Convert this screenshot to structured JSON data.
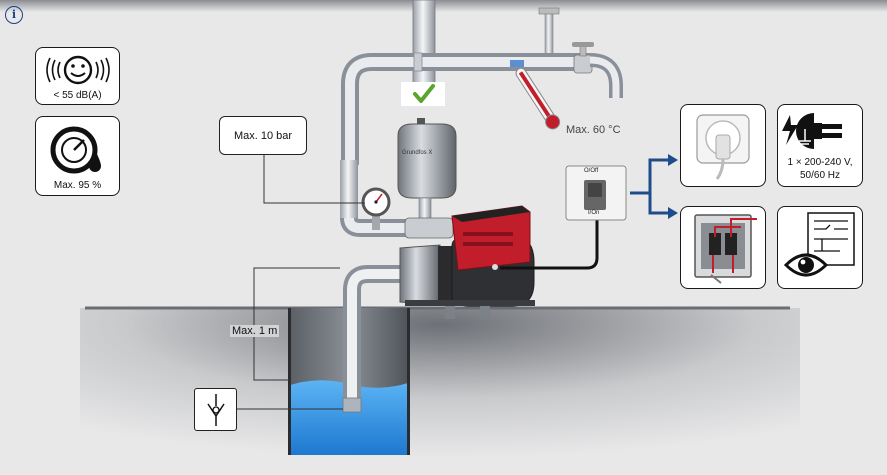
{
  "info_icon": "info-icon",
  "noise": {
    "label": "< 55 dB(A)",
    "icon": "smiley-sound-waves-icon"
  },
  "humidity": {
    "label": "Max. 95 %",
    "icon": "gauge-droplet-icon"
  },
  "pressure_callout": {
    "label": "Max. 10 bar"
  },
  "temperature": {
    "label": "Max. 60 °C",
    "icon": "thermometer-icon"
  },
  "switch": {
    "top_label": "O/Off",
    "bottom_label": "I/On",
    "icon": "switch-icon"
  },
  "power": {
    "line1": "1 × 200-240 V,",
    "line2": "50/60 Hz",
    "icon": "power-plug-icon"
  },
  "socket_icon": "wall-socket-icon",
  "panel_icon": "electrical-panel-icon",
  "diagram_view_icon": "wiring-diagram-eye-icon",
  "suction_depth": {
    "label": "Max. 1 m"
  },
  "check_valve_icon": "check-valve-icon",
  "checkmark_icon": "check-icon",
  "brand_mark": "Grundfos X",
  "colors": {
    "accent_blue": "#1d3f8a",
    "check_green": "#5aa62d",
    "water": "#2f8fe0",
    "pump_red": "#c21d2b"
  }
}
